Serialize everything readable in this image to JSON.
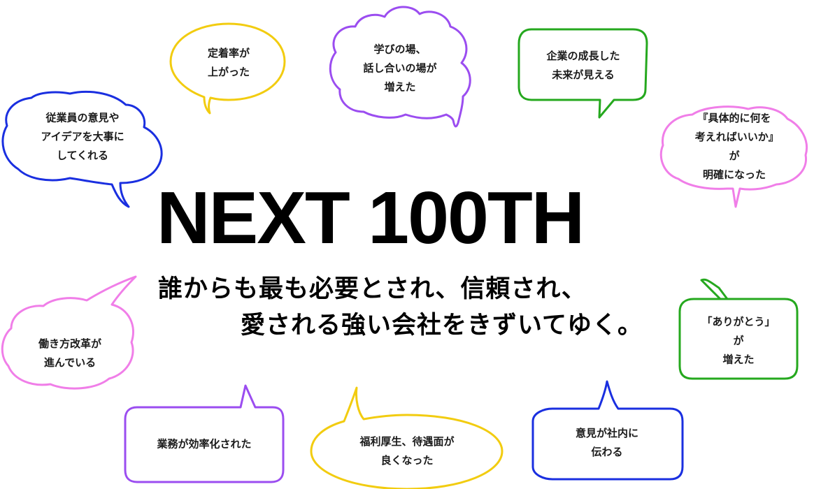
{
  "headline": "NEXT 100TH",
  "tagline": {
    "line1": "誰からも最も必要とされ、信頼され、",
    "line2": "愛される強い会社をきずいてゆく。"
  },
  "bubbles": [
    {
      "id": "suggestions",
      "text": "従業員の意見や\nアイデアを大事に\nしてくれる",
      "color": "#1a2fe0"
    },
    {
      "id": "retention",
      "text": "定着率が\n上がった",
      "color": "#f2cc10"
    },
    {
      "id": "learning",
      "text": "学びの場、\n話し合いの場が\n増えた",
      "color": "#9b4df0"
    },
    {
      "id": "future",
      "text": "企業の成長した\n未来が見える",
      "color": "#25a81e"
    },
    {
      "id": "clarity",
      "text": "『具体的に何を\n考えればいいか』が\n明確になった",
      "color": "#f07ee8"
    },
    {
      "id": "reform",
      "text": "働き方改革が\n進んでいる",
      "color": "#f07ee8"
    },
    {
      "id": "thanks",
      "text": "「ありがとう」が\n増えた",
      "color": "#25a81e"
    },
    {
      "id": "efficiency",
      "text": "業務が効率化された",
      "color": "#9b4df0"
    },
    {
      "id": "welfare",
      "text": "福利厚生、待遇面が\n良くなった",
      "color": "#f2cc10"
    },
    {
      "id": "voice",
      "text": "意見が社内に\n伝わる",
      "color": "#1a2fe0"
    }
  ]
}
